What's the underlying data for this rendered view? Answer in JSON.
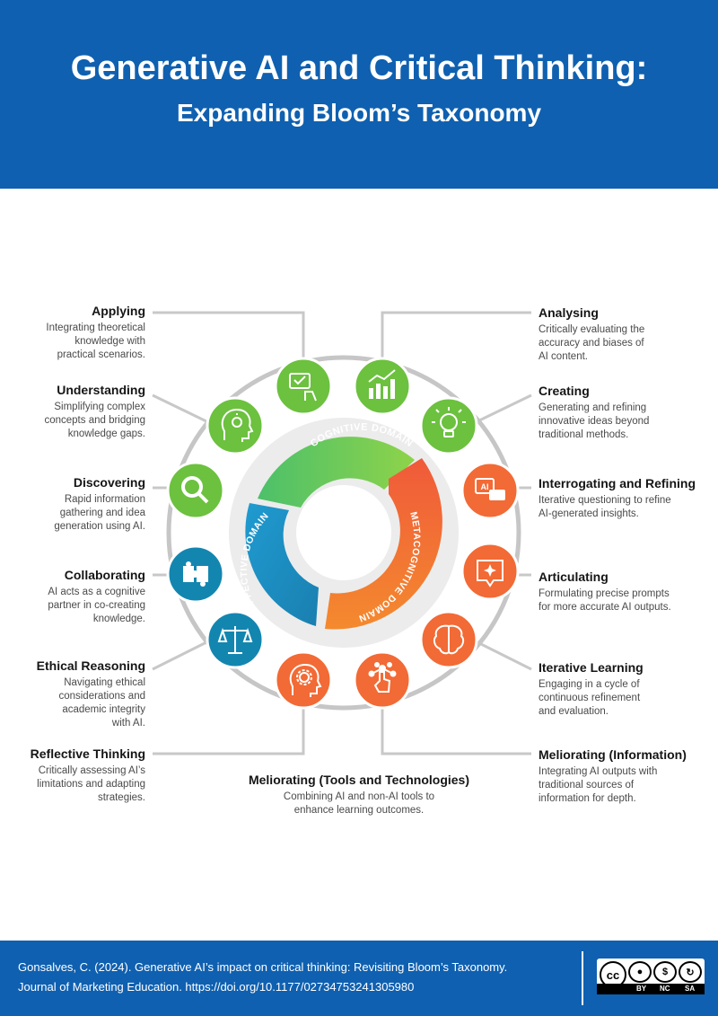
{
  "header": {
    "title": "Generative AI and Critical Thinking:",
    "subtitle": "Expanding Bloom’s Taxonomy"
  },
  "domains": {
    "cognitive": "COGNITIVE DOMAIN",
    "metacognitive": "METACOGNITIVE DOMAIN",
    "affective": "AFFECTIVE DOMAIN"
  },
  "colors": {
    "header_blue": "#0f60b0",
    "green": "#6cc13f",
    "orange": "#f26a35",
    "teal": "#1386b0"
  },
  "nodes": [
    {
      "title": "Applying",
      "desc": [
        "Integrating theoretical",
        "knowledge with",
        "practical scenarios."
      ],
      "icon": "checklist-hand-icon",
      "color": "green"
    },
    {
      "title": "Analysing",
      "desc": [
        "Critically evaluating the",
        "accuracy and biases of",
        "AI content."
      ],
      "icon": "bar-chart-icon",
      "color": "green"
    },
    {
      "title": "Understanding",
      "desc": [
        "Simplifying complex",
        "concepts and bridging",
        "knowledge gaps."
      ],
      "icon": "head-lightbulb-icon",
      "color": "green"
    },
    {
      "title": "Creating",
      "desc": [
        "Generating and refining",
        "innovative ideas beyond",
        "traditional methods."
      ],
      "icon": "lightbulb-icon",
      "color": "green"
    },
    {
      "title": "Discovering",
      "desc": [
        "Rapid information",
        "gathering and idea",
        "generation using AI."
      ],
      "icon": "magnifier-icon",
      "color": "green"
    },
    {
      "title": "Interrogating and Refining",
      "desc": [
        "Iterative questioning to refine",
        "AI-generated insights."
      ],
      "icon": "ai-chat-icon",
      "color": "orange"
    },
    {
      "title": "Collaborating",
      "desc": [
        "AI acts as a cognitive",
        "partner in co-creating",
        "knowledge."
      ],
      "icon": "puzzle-icon",
      "color": "teal"
    },
    {
      "title": "Articulating",
      "desc": [
        "Formulating precise prompts",
        "for more accurate AI outputs."
      ],
      "icon": "sparkle-chat-icon",
      "color": "orange"
    },
    {
      "title": "Ethical Reasoning",
      "desc": [
        "Navigating ethical",
        "considerations and",
        "academic integrity",
        "with AI."
      ],
      "icon": "scales-icon",
      "color": "teal"
    },
    {
      "title": "Iterative Learning",
      "desc": [
        "Engaging in a cycle of",
        "continuous refinement",
        "and evaluation."
      ],
      "icon": "brain-circuit-icon",
      "color": "orange"
    },
    {
      "title": "Reflective Thinking",
      "desc": [
        "Critically assessing AI’s",
        "limitations and adapting",
        "strategies."
      ],
      "icon": "head-gear-icon",
      "color": "orange"
    },
    {
      "title": "Meliorating (Information)",
      "desc": [
        "Integrating AI outputs with",
        "traditional sources of",
        "information for depth."
      ],
      "icon": "network-hand-icon",
      "color": "orange"
    },
    {
      "title": "Meliorating (Tools and Technologies)",
      "desc": [
        "Combining AI and non-AI tools to",
        "enhance learning outcomes."
      ],
      "icon": "",
      "color": "orange"
    }
  ],
  "footer": {
    "citation_line1": "Gonsalves, C. (2024). Generative AI’s impact on critical thinking: Revisiting Bloom’s Taxonomy.",
    "citation_line2": "Journal of Marketing Education.  https://doi.org/10.1177/02734753241305980",
    "license": {
      "cc": "cc",
      "labels": [
        "BY",
        "NC",
        "SA"
      ]
    }
  }
}
